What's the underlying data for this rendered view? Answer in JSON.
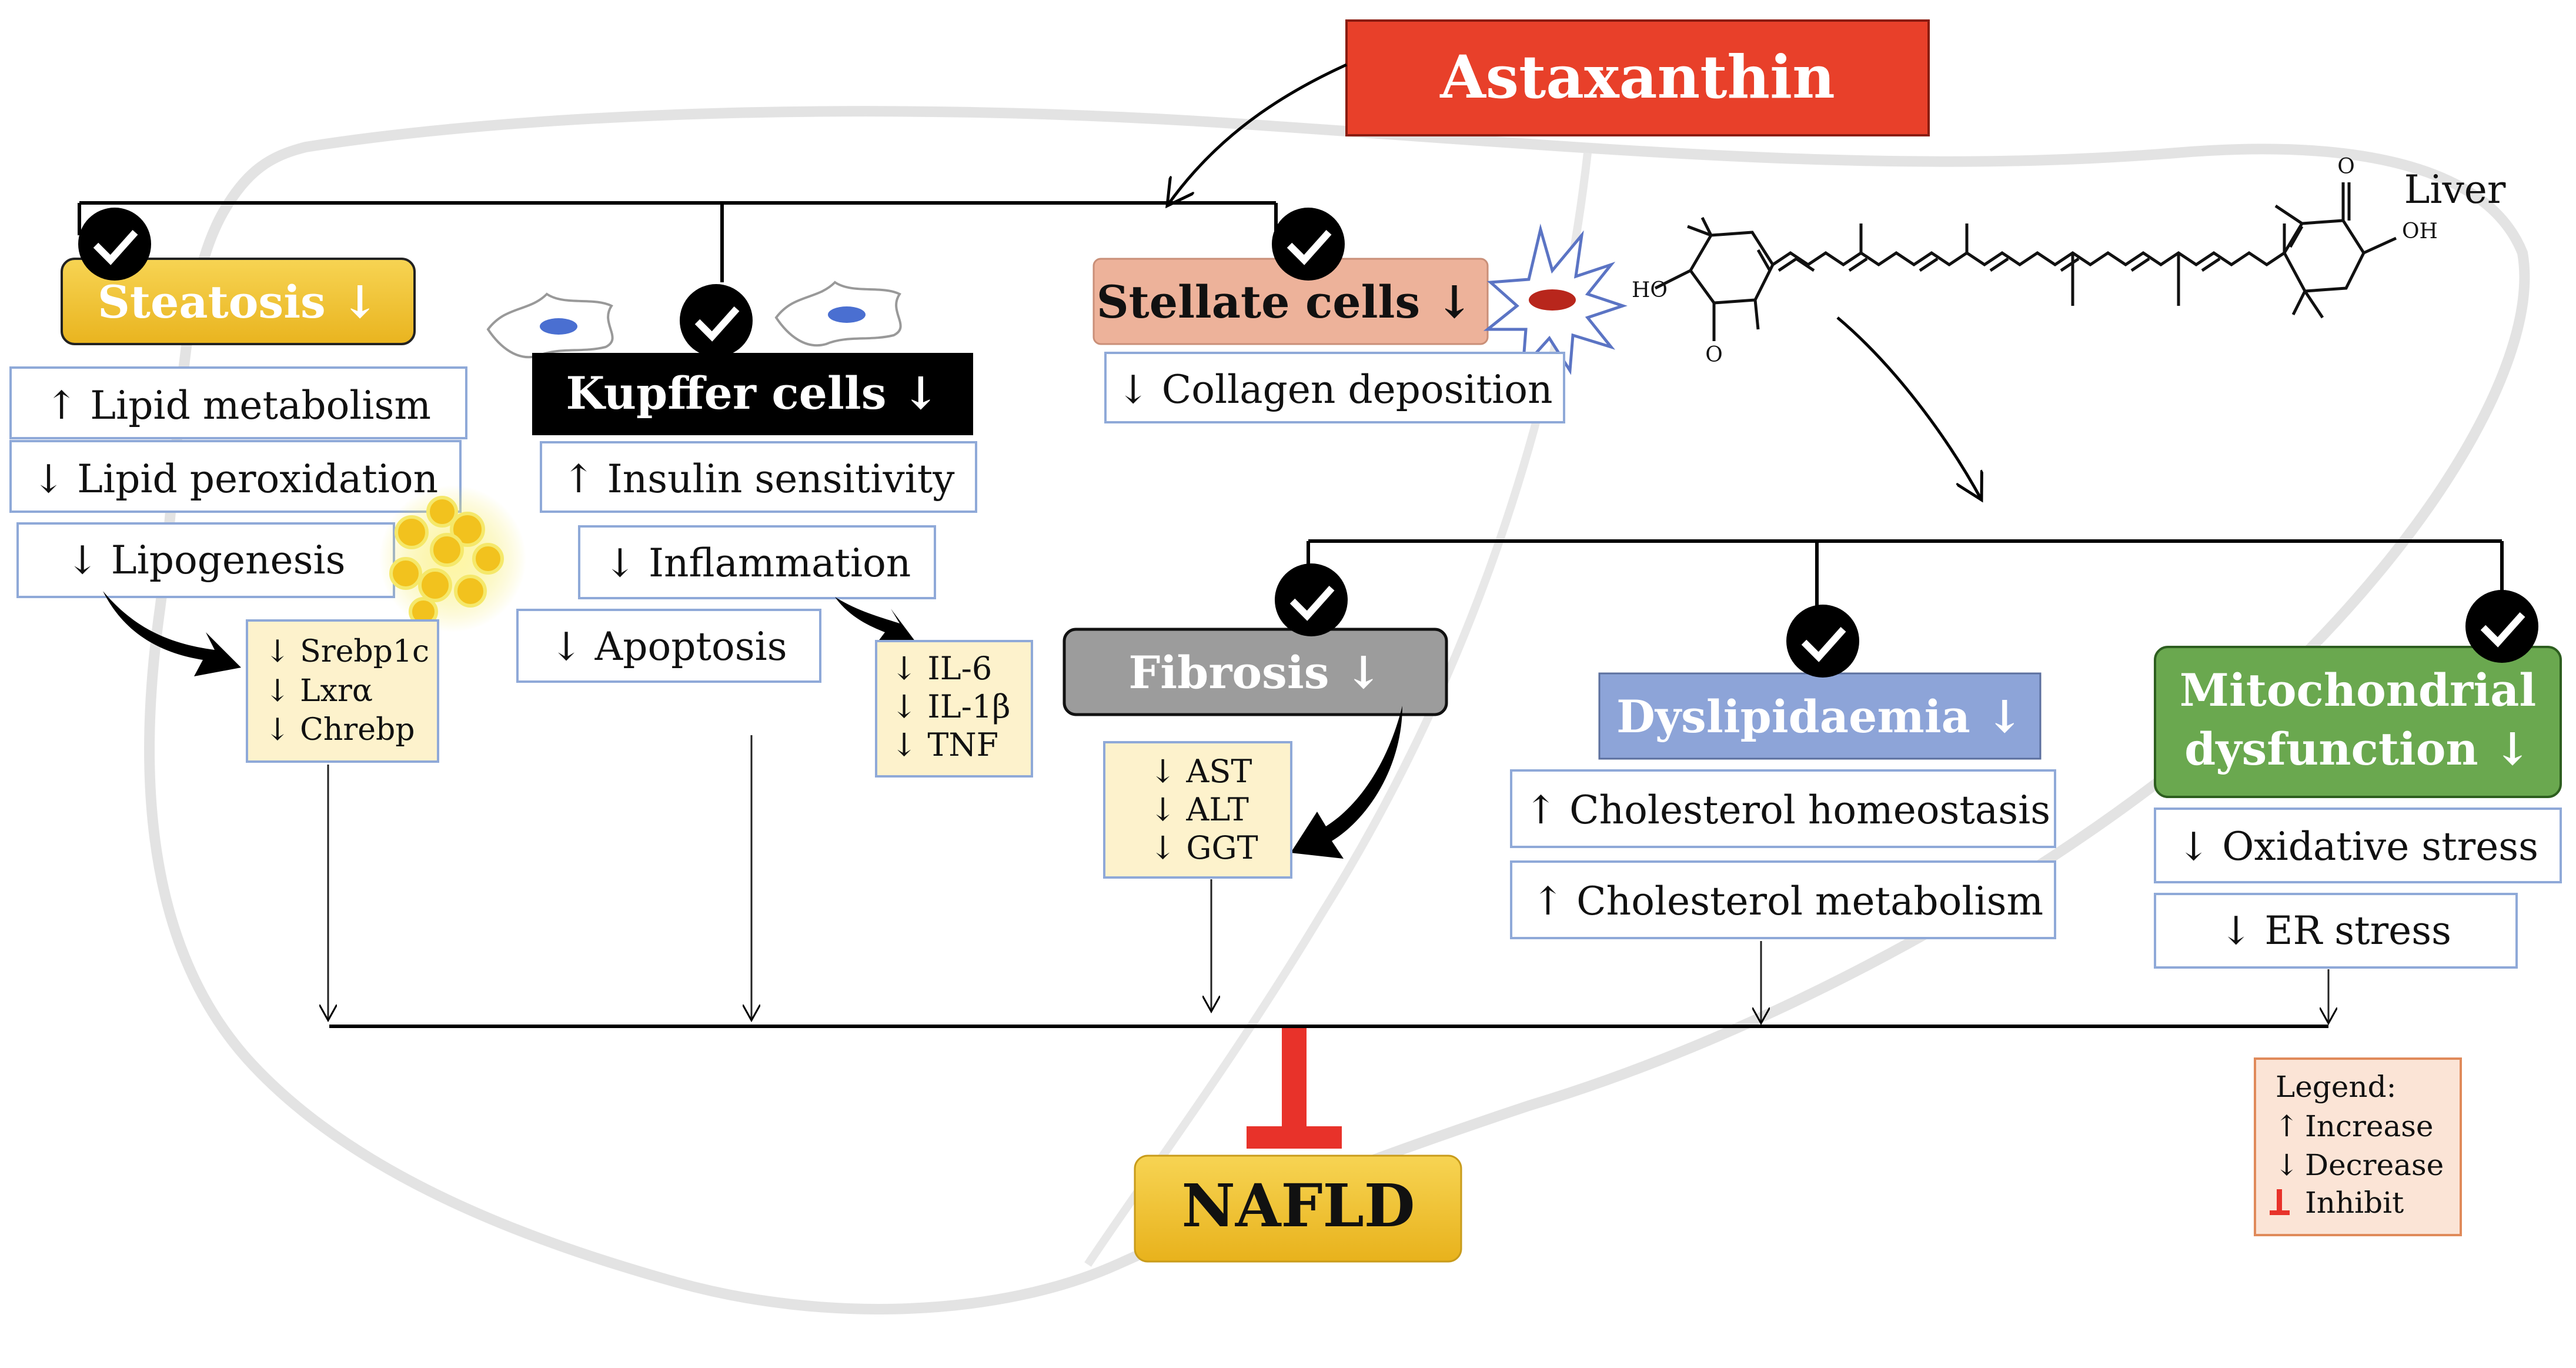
{
  "title": "Astaxanthin",
  "liver_label": "Liver",
  "outcome": "NAFLD",
  "steatosis": {
    "header": "Steatosis ↓",
    "effects": [
      "↑ Lipid metabolism",
      "↓ Lipid peroxidation",
      "↓ Lipogenesis"
    ],
    "genes": [
      "↓ Srebp1c",
      "↓ Lxrα",
      "↓ Chrebp"
    ]
  },
  "kupffer": {
    "header": "Kupffer cells ↓",
    "effects": [
      "↑ Insulin sensitivity",
      "↓ Inflammation",
      "↓ Apoptosis"
    ],
    "cytokines": [
      "↓ IL-6",
      "↓ IL-1β",
      "↓ TNF"
    ]
  },
  "stellate": {
    "header": "Stellate cells ↓",
    "effects": [
      "↓ Collagen deposition"
    ]
  },
  "fibrosis": {
    "header": "Fibrosis ↓",
    "markers": [
      "↓ AST",
      "↓ ALT",
      "↓ GGT"
    ]
  },
  "dyslipidaemia": {
    "header": "Dyslipidaemia ↓",
    "effects": [
      "↑ Cholesterol homeostasis",
      "↑ Cholesterol metabolism"
    ]
  },
  "mitochondrial": {
    "header_line1": "Mitochondrial",
    "header_line2": "dysfunction ↓",
    "effects": [
      "↓ Oxidative stress",
      "↓ ER stress"
    ]
  },
  "molecule": {
    "labels": [
      "O",
      "OH",
      "HO",
      "O"
    ]
  },
  "legend": {
    "title": "Legend:",
    "items": [
      {
        "symbol": "↑",
        "label": "Increase"
      },
      {
        "symbol": "↓",
        "label": "Decrease"
      },
      {
        "symbol": "inhibit",
        "label": "Inhibit"
      }
    ]
  },
  "colors": {
    "astaxanthin": "#e8402a",
    "steatosis": "#f2c232",
    "kupffer": "#000000",
    "stellate": "#edb29a",
    "fibrosis": "#9c9c9c",
    "dyslipidaemia": "#8da4d8",
    "mitochondrial": "#6aa84f",
    "nafld": "#f0c23a",
    "gene_box": "#fdf2cc",
    "legend_box": "#fbe4d6",
    "inhibit": "#e8322a"
  }
}
